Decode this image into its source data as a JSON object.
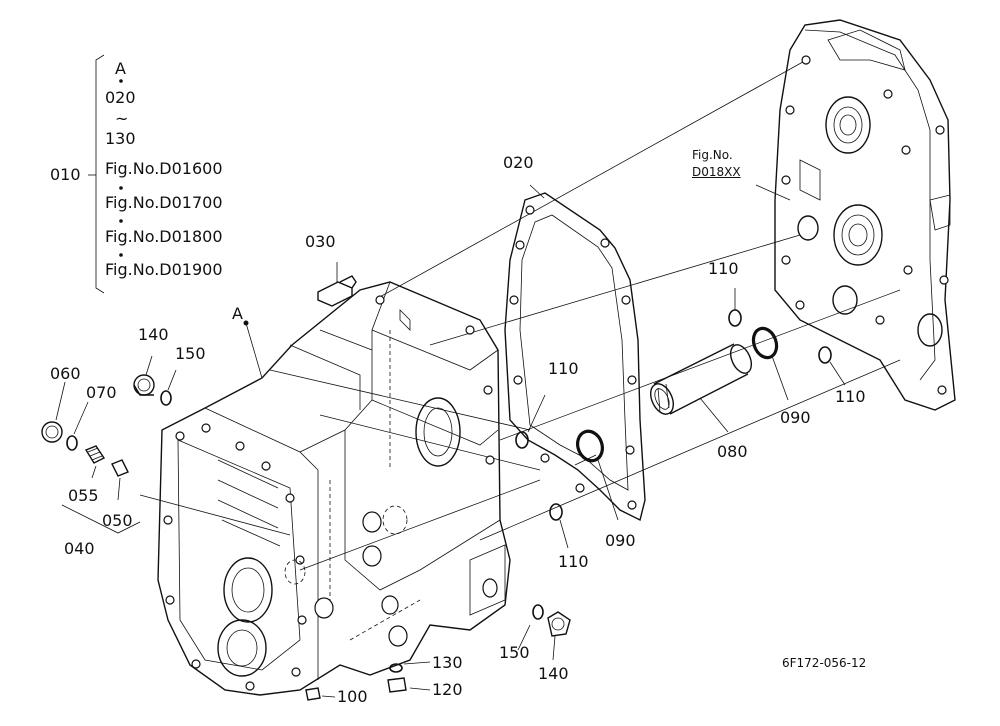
{
  "diagram": {
    "group_bracket": {
      "ref_letter": "A",
      "range_start": "020",
      "tilde": "~",
      "range_end": "130",
      "parent_label": "010",
      "fig_refs": [
        "Fig.No.D01600",
        "Fig.No.D01700",
        "Fig.No.D01800",
        "Fig.No.D01900"
      ]
    },
    "callouts": {
      "p020": "020",
      "p030": "030",
      "p140a": "140",
      "p150a": "150",
      "p060": "060",
      "p070": "070",
      "p055": "055",
      "p050": "050",
      "p040": "040",
      "pA": "A",
      "p110a": "110",
      "p110b": "110",
      "p110c": "110",
      "p110d": "110",
      "p090a": "090",
      "p090b": "090",
      "p080": "080",
      "p150b": "150",
      "p140b": "140",
      "p130": "130",
      "p120": "120",
      "p100": "100"
    },
    "fig_ref_plate": {
      "line1": "Fig.No.",
      "line2": "D018XX"
    },
    "drawing_code": "6F172-056-12"
  }
}
